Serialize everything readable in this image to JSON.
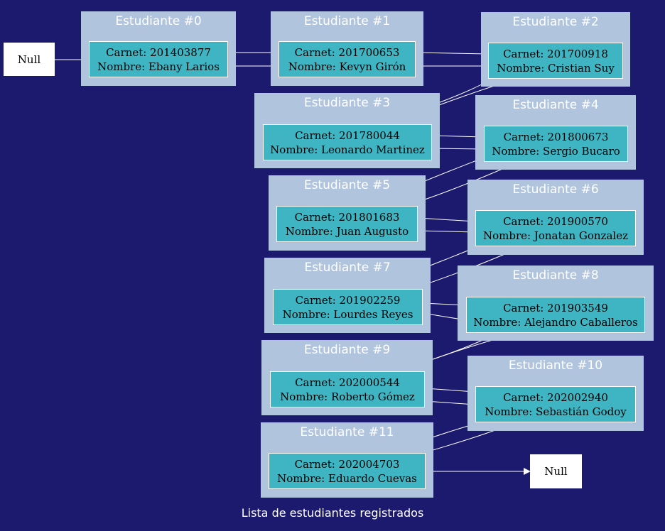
{
  "nulls": {
    "start": "Null",
    "end": "Null"
  },
  "caption": "Lista de estudiantes registrados",
  "students": [
    {
      "title": "Estudiante #0",
      "carnet": "Carnet: 201403877",
      "nombre": "Nombre: Ebany Larios"
    },
    {
      "title": "Estudiante #1",
      "carnet": "Carnet: 201700653",
      "nombre": "Nombre: Kevyn Girón"
    },
    {
      "title": "Estudiante #2",
      "carnet": "Carnet: 201700918",
      "nombre": "Nombre: Cristian Suy"
    },
    {
      "title": "Estudiante #3",
      "carnet": "Carnet: 201780044",
      "nombre": "Nombre: Leonardo Martinez"
    },
    {
      "title": "Estudiante #4",
      "carnet": "Carnet: 201800673",
      "nombre": "Nombre: Sergio Bucaro"
    },
    {
      "title": "Estudiante #5",
      "carnet": "Carnet: 201801683",
      "nombre": "Nombre: Juan Augusto"
    },
    {
      "title": "Estudiante #6",
      "carnet": "Carnet: 201900570",
      "nombre": "Nombre: Jonatan Gonzalez"
    },
    {
      "title": "Estudiante #7",
      "carnet": "Carnet: 201902259",
      "nombre": "Nombre: Lourdes Reyes"
    },
    {
      "title": "Estudiante #8",
      "carnet": "Carnet: 201903549",
      "nombre": "Nombre: Alejandro Caballeros"
    },
    {
      "title": "Estudiante #9",
      "carnet": "Carnet: 202000544",
      "nombre": "Nombre: Roberto Gómez"
    },
    {
      "title": "Estudiante #10",
      "carnet": "Carnet: 202002940",
      "nombre": "Nombre: Sebastián Godoy"
    },
    {
      "title": "Estudiante #11",
      "carnet": "Carnet: 202004703",
      "nombre": "Nombre: Eduardo Cuevas"
    }
  ]
}
